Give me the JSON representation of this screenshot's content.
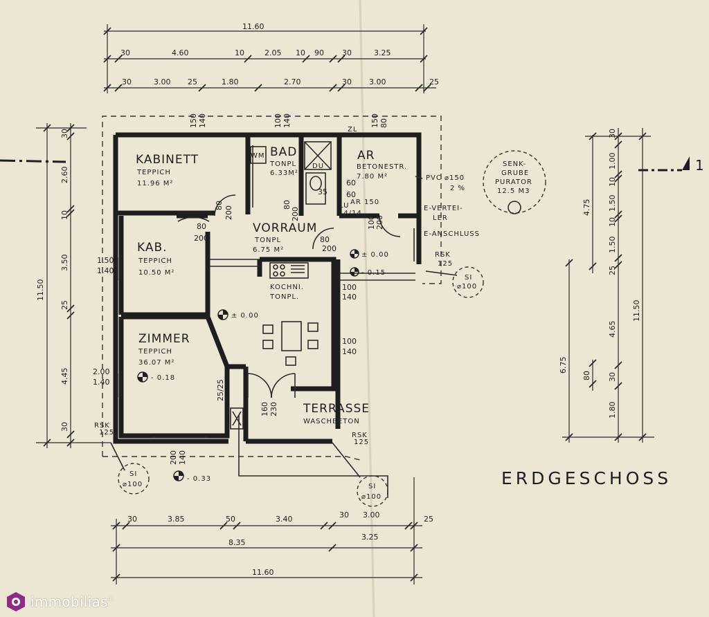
{
  "plan_title": "ERDGESCHOSS",
  "section_marker": "1",
  "rooms": {
    "kabinett": {
      "name": "KABINETT",
      "floor": "TEPPICH",
      "area": "11.96 M²"
    },
    "kab": {
      "name": "KAB.",
      "floor": "TEPPICH",
      "area": "10.50 M²"
    },
    "zimmer": {
      "name": "ZIMMER",
      "floor": "TEPPICH",
      "area": "36.07 M²"
    },
    "bad": {
      "name": "BAD",
      "floor": "TONPL",
      "area": "6.33M²"
    },
    "ar": {
      "name": "AR",
      "floor": "BETONESTR.",
      "area": "7.80 M²"
    },
    "vorraum": {
      "name": "VORRAUM",
      "floor": "TONPL",
      "area": "6.75 M²"
    },
    "kochni": {
      "name": "KOCHNI.",
      "floor": "TONPL."
    },
    "terrasse": {
      "name": "TERRASSE",
      "floor": "WASCHBETON"
    }
  },
  "fixtures": {
    "wm": "WM",
    "du": "DU",
    "zl": "ZL",
    "ar150": "AR 150",
    "lu": "LU",
    "lu_size": "14/14"
  },
  "annotations": {
    "pvc": "PVC ⌀150",
    "slope": "2 %",
    "e_verteiler_1": "E-VERTEI-",
    "e_verteiler_2": "LER",
    "e_anschluss": "E-ANSCHLUSS",
    "rsk_right": "RSK",
    "rsk_right_val": "125",
    "rsk_left": "RSK",
    "rsk_left_val": "125",
    "rsk_bottom": "RSK",
    "rsk_bottom_val": "125",
    "senk_1": "SENK-",
    "senk_2": "GRUBE",
    "senk_3": "PURATOR",
    "senk_4": "12.5 M3",
    "si": "SI",
    "si_val": "⌀100",
    "lvl_main": "± 0.00",
    "lvl_ar": "± 0.00",
    "lvl_ar2": "- 0.15",
    "lvl_zimmer": "- 0.18",
    "lvl_outside": "- 0.33"
  },
  "dims_top": {
    "overall": "11.60",
    "row2": [
      "30",
      "4.60",
      "10",
      "2.05",
      "10",
      "90",
      "30",
      "3.25"
    ],
    "row3": [
      "30",
      "3.00",
      "25",
      "1.80",
      "2.70",
      "30",
      "3.00",
      "25"
    ]
  },
  "dims_bottom": {
    "row1": [
      "30",
      "3.85",
      "50",
      "3.40",
      "30",
      "3.00",
      "25"
    ],
    "row2": [
      "8.35",
      "3.25"
    ],
    "overall": "11.60"
  },
  "dims_left": {
    "overall": "11.50",
    "parts": [
      "30",
      "2.60",
      "10",
      "3.50",
      "25",
      "4.45",
      "30"
    ]
  },
  "dims_right": {
    "overall": "11.50",
    "parts": [
      "30",
      "1.00",
      "10",
      "4.75",
      "1.50",
      "10",
      "1.50",
      "25",
      "4.65",
      "30",
      "80",
      "1.80",
      "6.75"
    ]
  },
  "openings": {
    "d_80_a": "80",
    "d_200_a": "200",
    "d_80_b": "80",
    "d_200_b": "200",
    "d_80_c": "80",
    "d_200_c": "200",
    "d_80_d": "80",
    "d_200_d": "200",
    "d_100": "100",
    "d_200_e": "200",
    "w_150": "150",
    "w_140": "140",
    "w_100": "100",
    "w_140b": "140",
    "w_150b": "150",
    "w_80": "80",
    "w_150c": "1.50",
    "w_140c": "1.40",
    "w_200": "2.00",
    "w_140d": "1.40",
    "w_100e": "100",
    "w_140e": "140",
    "w_100f": "100",
    "w_140f": "140",
    "w_200g": "200",
    "w_140g": "140",
    "w_160": "160",
    "w_230": "230",
    "w_2525": "25/25",
    "w_60a": "60",
    "w_60b": "60",
    "w_35": "35"
  },
  "brand": {
    "logo_text": "immobilias",
    "logo_mark": "®",
    "accent": "#8e2a8a"
  }
}
